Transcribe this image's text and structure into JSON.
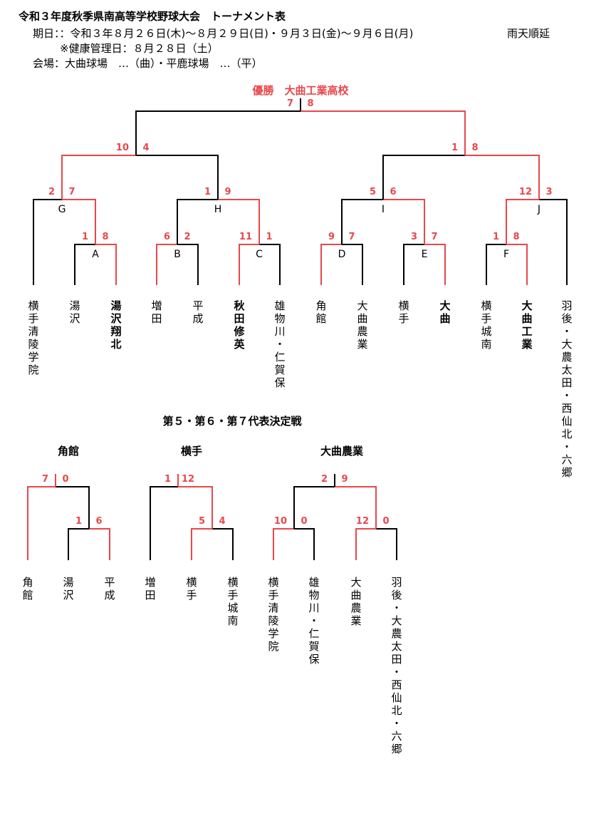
{
  "header": {
    "title": "令和３年度秋季県南高等学校野球大会　トーナメント表",
    "dates": "期日：：令和３年８月２６日(木)～８月２９日(日)・９月３日(金)～９月６日(月)",
    "rain": "雨天順延",
    "note": "※健康管理日：８月２８日（土）",
    "venue": "会場：大曲球場　…（曲）・平鹿球場　…（平）"
  },
  "main": {
    "champion": "優勝　大曲工業高校",
    "game_labels": [
      "A",
      "B",
      "C",
      "D",
      "E",
      "F",
      "G",
      "H",
      "I",
      "J"
    ],
    "teams": [
      {
        "name": "横手清陵学院",
        "bold": false
      },
      {
        "name": "湯沢",
        "bold": false
      },
      {
        "name": "湯沢翔北",
        "bold": true
      },
      {
        "name": "増田",
        "bold": false
      },
      {
        "name": "平成",
        "bold": false
      },
      {
        "name": "秋田修英",
        "bold": true
      },
      {
        "name": "雄物川・仁賀保",
        "bold": false
      },
      {
        "name": "角館",
        "bold": false
      },
      {
        "name": "大曲農業",
        "bold": false
      },
      {
        "name": "横手",
        "bold": false
      },
      {
        "name": "大曲",
        "bold": true
      },
      {
        "name": "横手城南",
        "bold": false
      },
      {
        "name": "大曲工業",
        "bold": true
      },
      {
        "name": "羽後・大農太田・西仙北・六郷",
        "bold": false
      }
    ],
    "scores": {
      "A": [
        "1",
        "8"
      ],
      "B": [
        "6",
        "2"
      ],
      "C": [
        "11",
        "1"
      ],
      "D": [
        "9",
        "7"
      ],
      "E": [
        "3",
        "7"
      ],
      "F": [
        "1",
        "8"
      ],
      "G": [
        "2",
        "7"
      ],
      "H": [
        "1",
        "9"
      ],
      "I": [
        "5",
        "6"
      ],
      "J": [
        "12",
        "3"
      ],
      "SF1": [
        "10",
        "4"
      ],
      "SF2": [
        "1",
        "8"
      ],
      "F0": [
        "7",
        "8"
      ]
    }
  },
  "playoff": {
    "title": "第５・第６・第７代表決定戦",
    "groups": [
      {
        "winner": "角館",
        "teams": [
          "角館",
          "湯沢",
          "平成"
        ],
        "first": [
          "1",
          "6"
        ],
        "final": [
          "7",
          "0"
        ]
      },
      {
        "winner": "横手",
        "teams": [
          "増田",
          "横手",
          "横手城南"
        ],
        "first": [
          "5",
          "4"
        ],
        "final": [
          "1",
          "12"
        ]
      },
      {
        "winner": "大曲農業",
        "teams": [
          "横手清陵学院",
          "雄物川・仁賀保",
          "大曲農業",
          "羽後・大農太田・西仙北・六郷"
        ],
        "first_left": [
          "10",
          "0"
        ],
        "first_right": [
          "12",
          "0"
        ],
        "final": [
          "2",
          "9"
        ]
      }
    ]
  },
  "colors": {
    "win": "#e8474b",
    "lose": "#000000"
  }
}
